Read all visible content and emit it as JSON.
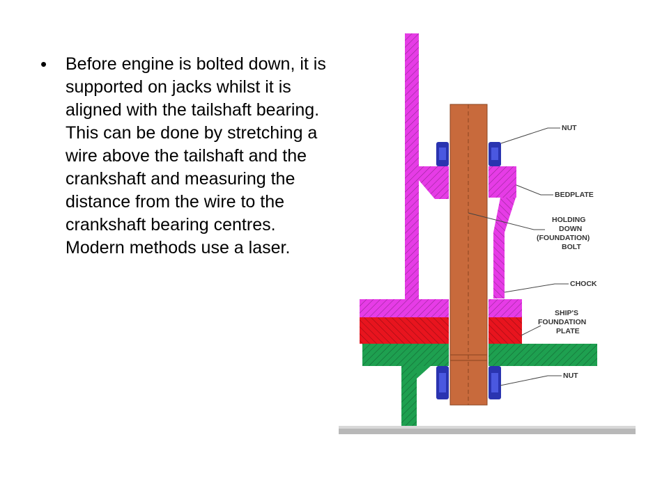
{
  "slide": {
    "bullets": [
      "Before engine is bolted down, it is supported on jacks whilst it is aligned with the tailshaft bearing. This can be done by stretching a wire above the tailshaft and the crankshaft and measuring the distance from the wire to the crankshaft bearing centres. Modern methods use a laser."
    ]
  },
  "figure": {
    "labels": {
      "nut_top": "NUT",
      "bedplate": "BEDPLATE",
      "bolt_1": "HOLDING",
      "bolt_2": "DOWN",
      "bolt_3": "(FOUNDATION)",
      "bolt_4": "BOLT",
      "chock": "CHOCK",
      "plate_1": "SHIP'S",
      "plate_2": "FOUNDATION",
      "plate_3": "PLATE",
      "nut_bottom": "NUT"
    },
    "colors": {
      "bedplate": "#e63ce6",
      "bolt": "#c86a3c",
      "nut": "#2a34b0",
      "chock": "#e8141e",
      "foundation_plate": "#1ea050",
      "base_line": "#b8b8b8"
    }
  }
}
